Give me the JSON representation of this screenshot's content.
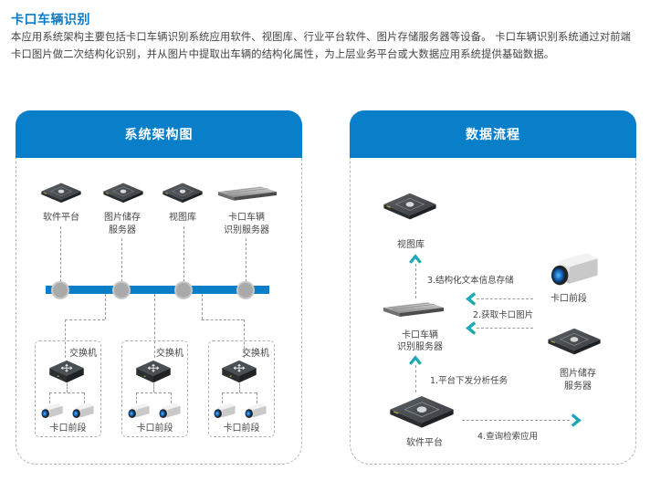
{
  "page": {
    "title": "卡口车辆识别",
    "intro": "本应用系统架构主要包括卡口车辆识别系统应用软件、视图库、行业平台软件、图片存储服务器等设备。 卡口车辆识别系统通过对前端卡口图片做二次结构化识别，并从图片中提取出车辆的结构化属性，为上层业务平台或大数据应用系统提供基础数据。"
  },
  "colors": {
    "brand_blue": "#0a7fc9",
    "arrow_teal": "#1aa89a",
    "arrow_blue": "#1e9fd8"
  },
  "architecture": {
    "title": "系统架构图",
    "top_devices": [
      {
        "label_line1": "软件平台",
        "label_line2": "",
        "icon": "platform-server-icon"
      },
      {
        "label_line1": "图片储存",
        "label_line2": "服务器",
        "icon": "storage-server-icon"
      },
      {
        "label_line1": "视图库",
        "label_line2": "",
        "icon": "view-library-icon"
      },
      {
        "label_line1": "卡口车辆",
        "label_line2": "识别服务器",
        "icon": "rack-server-icon"
      }
    ],
    "switch_groups": [
      {
        "switch_label": "交换机",
        "camera_label": "卡口前段"
      },
      {
        "switch_label": "交换机",
        "camera_label": "卡口前段"
      },
      {
        "switch_label": "交换机",
        "camera_label": "卡口前段"
      }
    ]
  },
  "dataflow": {
    "title": "数据流程",
    "nodes": {
      "view_library": "视图库",
      "recognition_server_line1": "卡口车辆",
      "recognition_server_line2": "识别服务器",
      "camera": "卡口前段",
      "storage_line1": "图片储存",
      "storage_line2": "服务器",
      "platform": "软件平台"
    },
    "steps": [
      "1.平台下发分析任务",
      "2.获取卡口图片",
      "3.结构化文本信息存储",
      "4.查询检索应用"
    ]
  }
}
